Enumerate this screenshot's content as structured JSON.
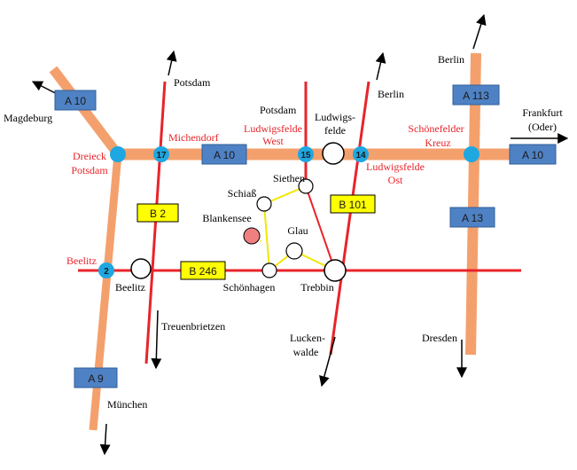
{
  "colors": {
    "autobahn": "#f4a06d",
    "bundesstrasse": "#e8242a",
    "local_road": "#f2e600",
    "shield_autobahn": "#4f82c4",
    "shield_bundesstrasse": "#ffff00",
    "junction": "#1ea7e1",
    "marked_place": "#f08080"
  },
  "shields": {
    "a10_west": "A 10",
    "a10_center": "A 10",
    "a10_east": "A 10",
    "a113": "A 113",
    "a13": "A 13",
    "a9": "A 9",
    "b2": "B 2",
    "b246": "B 246",
    "b101": "B 101"
  },
  "exits": {
    "dreieck_potsdam": "",
    "michendorf": "17",
    "ludwigsfelde_west": "15",
    "ludwigsfelde_ost": "14",
    "schoenefelder_kreuz": "",
    "beelitz": "2"
  },
  "labels": {
    "magdeburg": "Magdeburg",
    "dreieck_potsdam_1": "Dreieck",
    "dreieck_potsdam_2": "Potsdam",
    "potsdam_north": "Potsdam",
    "michendorf": "Michendorf",
    "potsdam_b101": "Potsdam",
    "lf_west_1": "Ludwigsfelde",
    "lf_west_2": "West",
    "ludwigsfelde_1": "Ludwigs-",
    "ludwigsfelde_2": "felde",
    "berlin_b101": "Berlin",
    "lf_ost_1": "Ludwigsfelde",
    "lf_ost_2": "Ost",
    "berlin_a113": "Berlin",
    "frankfurt_1": "Frankfurt",
    "frankfurt_2": "(Oder)",
    "sk_1": "Schönefelder",
    "sk_2": "Kreuz",
    "siethen": "Siethen",
    "schiass": "Schiaß",
    "blankensee": "Blankensee",
    "glau": "Glau",
    "trebbin": "Trebbin",
    "schoenhagen": "Schönhagen",
    "beelitz_red": "Beelitz",
    "beelitz_town": "Beelitz",
    "treuenbrietzen": "Treuenbrietzen",
    "luckenwalde_1": "Lucken-",
    "luckenwalde_2": "walde",
    "dresden": "Dresden",
    "muenchen": "München"
  }
}
